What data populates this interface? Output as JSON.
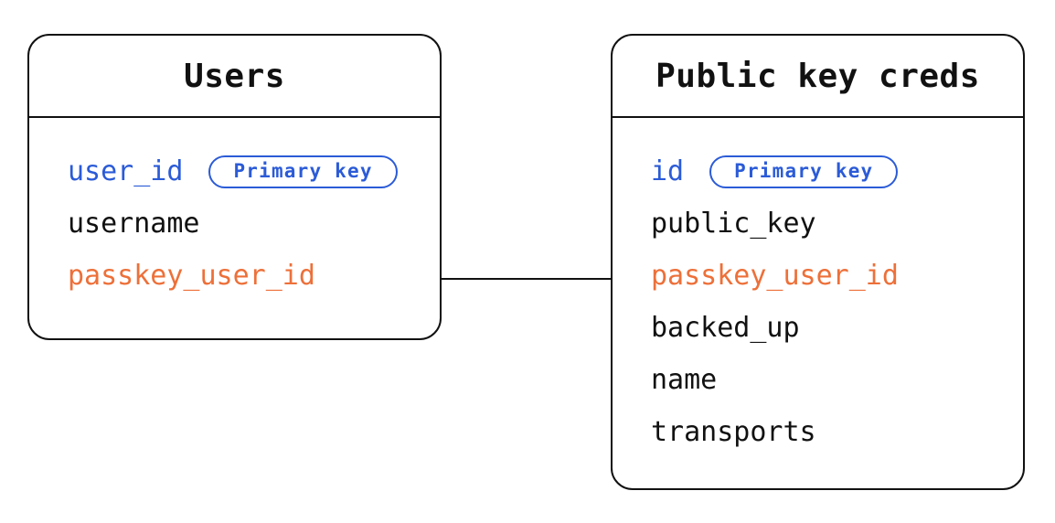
{
  "colors": {
    "blue": "#2B5BD7",
    "orange": "#ED7039",
    "text": "#111111",
    "border": "#111111",
    "background": "#FFFFFF"
  },
  "diagram": {
    "tables": [
      {
        "title": "Users",
        "fields": [
          {
            "name": "user_id",
            "color": "blue",
            "badge": "Primary key"
          },
          {
            "name": "username",
            "color": "text"
          },
          {
            "name": "passkey_user_id",
            "color": "orange"
          }
        ]
      },
      {
        "title": "Public key creds",
        "fields": [
          {
            "name": "id",
            "color": "blue",
            "badge": "Primary key"
          },
          {
            "name": "public_key",
            "color": "text"
          },
          {
            "name": "passkey_user_id",
            "color": "orange"
          },
          {
            "name": "backed_up",
            "color": "text"
          },
          {
            "name": "name",
            "color": "text"
          },
          {
            "name": "transports",
            "color": "text"
          }
        ]
      }
    ],
    "relationship": {
      "from": "Users.passkey_user_id",
      "to": "Public key creds.passkey_user_id"
    }
  }
}
